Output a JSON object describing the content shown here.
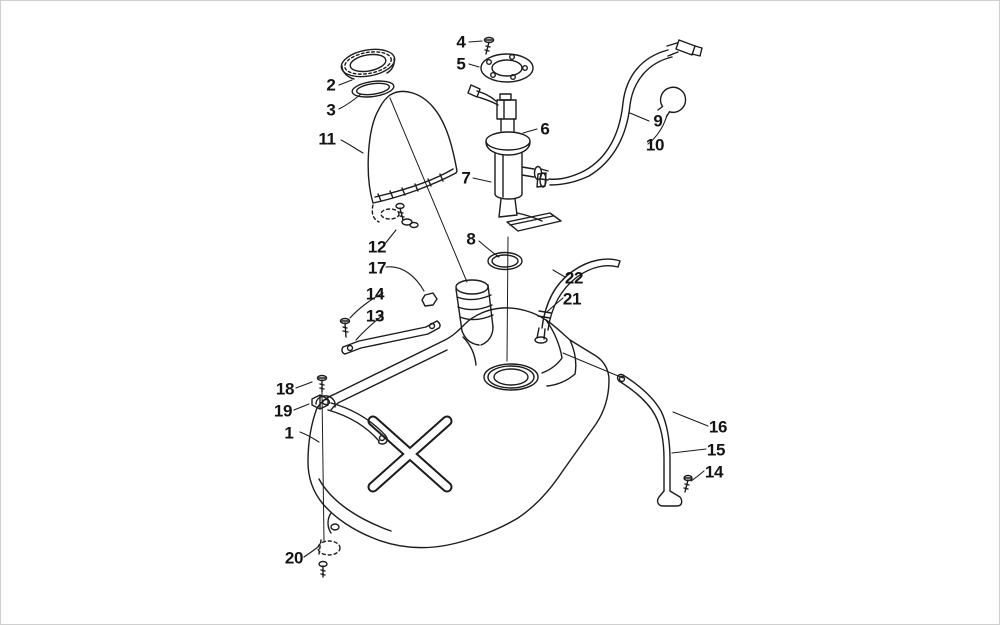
{
  "colors": {
    "background": "#ffffff",
    "line": "#1c1c1c",
    "border": "#cfcfcf"
  },
  "callouts": [
    {
      "label": "2"
    },
    {
      "label": "3"
    },
    {
      "label": "11"
    },
    {
      "label": "4"
    },
    {
      "label": "5"
    },
    {
      "label": "6"
    },
    {
      "label": "7"
    },
    {
      "label": "8"
    },
    {
      "label": "9"
    },
    {
      "label": "10"
    },
    {
      "label": "12"
    },
    {
      "label": "17"
    },
    {
      "label": "14"
    },
    {
      "label": "13"
    },
    {
      "label": "22"
    },
    {
      "label": "21"
    },
    {
      "label": "18"
    },
    {
      "label": "19"
    },
    {
      "label": "1"
    },
    {
      "label": "16"
    },
    {
      "label": "15"
    },
    {
      "label": "14"
    },
    {
      "label": "20"
    }
  ]
}
